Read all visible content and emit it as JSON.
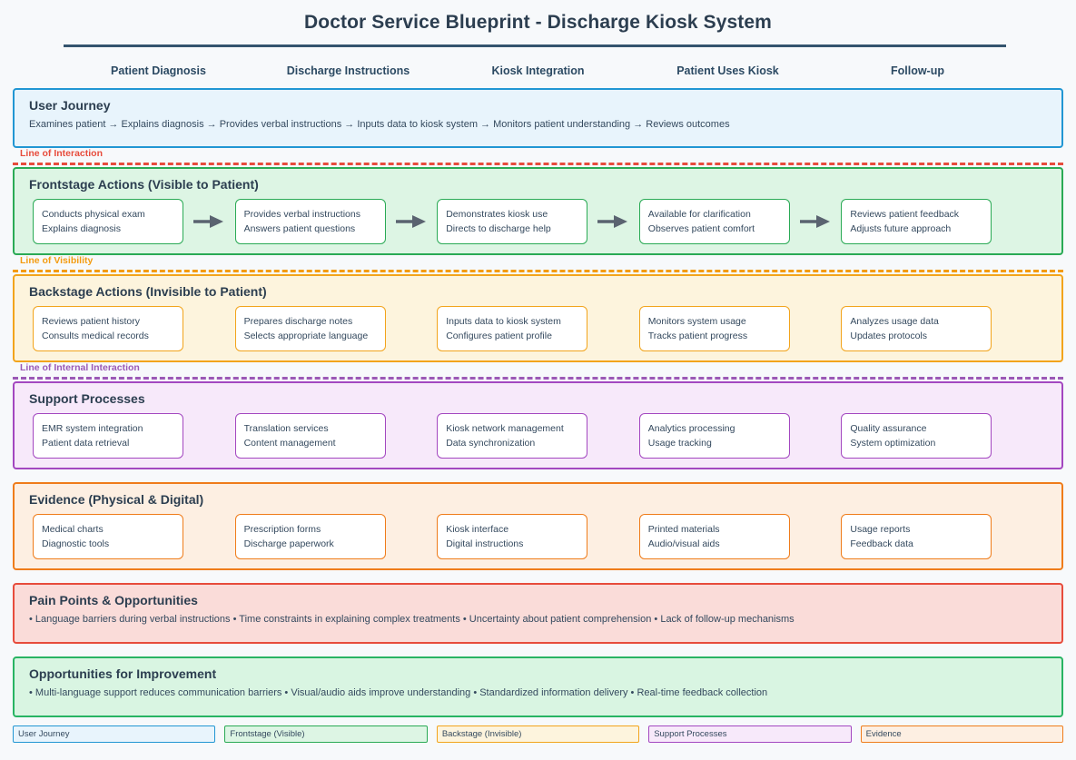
{
  "title": "Doctor Service Blueprint - Discharge Kiosk System",
  "stages": [
    "Patient Diagnosis",
    "Discharge Instructions",
    "Kiosk Integration",
    "Patient Uses Kiosk",
    "Follow-up"
  ],
  "user_journey": {
    "title": "User Journey",
    "steps": "Examines patient → Explains diagnosis → Provides verbal instructions → Inputs data to kiosk system → Monitors patient understanding → Reviews outcomes"
  },
  "separators": {
    "interaction": "Line of Interaction",
    "visibility": "Line of Visibility",
    "internal": "Line of Internal Interaction"
  },
  "frontstage": {
    "title": "Frontstage Actions (Visible to Patient)",
    "cards": [
      {
        "line1": "Conducts physical exam",
        "line2": "Explains diagnosis"
      },
      {
        "line1": "Provides verbal instructions",
        "line2": "Answers patient questions"
      },
      {
        "line1": "Demonstrates kiosk use",
        "line2": "Directs to discharge help"
      },
      {
        "line1": "Available for clarification",
        "line2": "Observes patient comfort"
      },
      {
        "line1": "Reviews patient feedback",
        "line2": "Adjusts future approach"
      }
    ]
  },
  "backstage": {
    "title": "Backstage Actions (Invisible to Patient)",
    "cards": [
      {
        "line1": "Reviews patient history",
        "line2": "Consults medical records"
      },
      {
        "line1": "Prepares discharge notes",
        "line2": "Selects appropriate language"
      },
      {
        "line1": "Inputs data to kiosk system",
        "line2": "Configures patient profile"
      },
      {
        "line1": "Monitors system usage",
        "line2": "Tracks patient progress"
      },
      {
        "line1": "Analyzes usage data",
        "line2": "Updates protocols"
      }
    ]
  },
  "support": {
    "title": "Support Processes",
    "cards": [
      {
        "line1": "EMR system integration",
        "line2": "Patient data retrieval"
      },
      {
        "line1": "Translation services",
        "line2": "Content management"
      },
      {
        "line1": "Kiosk network management",
        "line2": "Data synchronization"
      },
      {
        "line1": "Analytics processing",
        "line2": "Usage tracking"
      },
      {
        "line1": "Quality assurance",
        "line2": "System optimization"
      }
    ]
  },
  "evidence": {
    "title": "Evidence (Physical & Digital)",
    "cards": [
      {
        "line1": "Medical charts",
        "line2": "Diagnostic tools"
      },
      {
        "line1": "Prescription forms",
        "line2": "Discharge paperwork"
      },
      {
        "line1": "Kiosk interface",
        "line2": "Digital instructions"
      },
      {
        "line1": "Printed materials",
        "line2": "Audio/visual aids"
      },
      {
        "line1": "Usage reports",
        "line2": "Feedback data"
      }
    ]
  },
  "pain_points": {
    "title": "Pain Points & Opportunities",
    "items": "• Language barriers during verbal instructions • Time constraints in explaining complex treatments • Uncertainty about patient comprehension • Lack of follow-up mechanisms"
  },
  "opportunities": {
    "title": "Opportunities for Improvement",
    "items": "• Multi-language support reduces communication barriers • Visual/audio aids improve understanding • Standardized information delivery • Real-time feedback collection"
  },
  "legend": [
    "User Journey",
    "Frontstage (Visible)",
    "Backstage (Invisible)",
    "Support Processes",
    "Evidence"
  ],
  "colors": {
    "user_journey": "#2196d3",
    "frontstage": "#2aaa55",
    "backstage": "#f2a41c",
    "support": "#a347c0",
    "evidence": "#ef7c1a",
    "pain": "#e74c3c",
    "opportunity": "#28b463",
    "line_interaction": "#e74c3c",
    "line_visibility": "#f39c12",
    "line_internal": "#9b59b6",
    "title": "#2c3e50",
    "background": "#f7f9fb"
  }
}
